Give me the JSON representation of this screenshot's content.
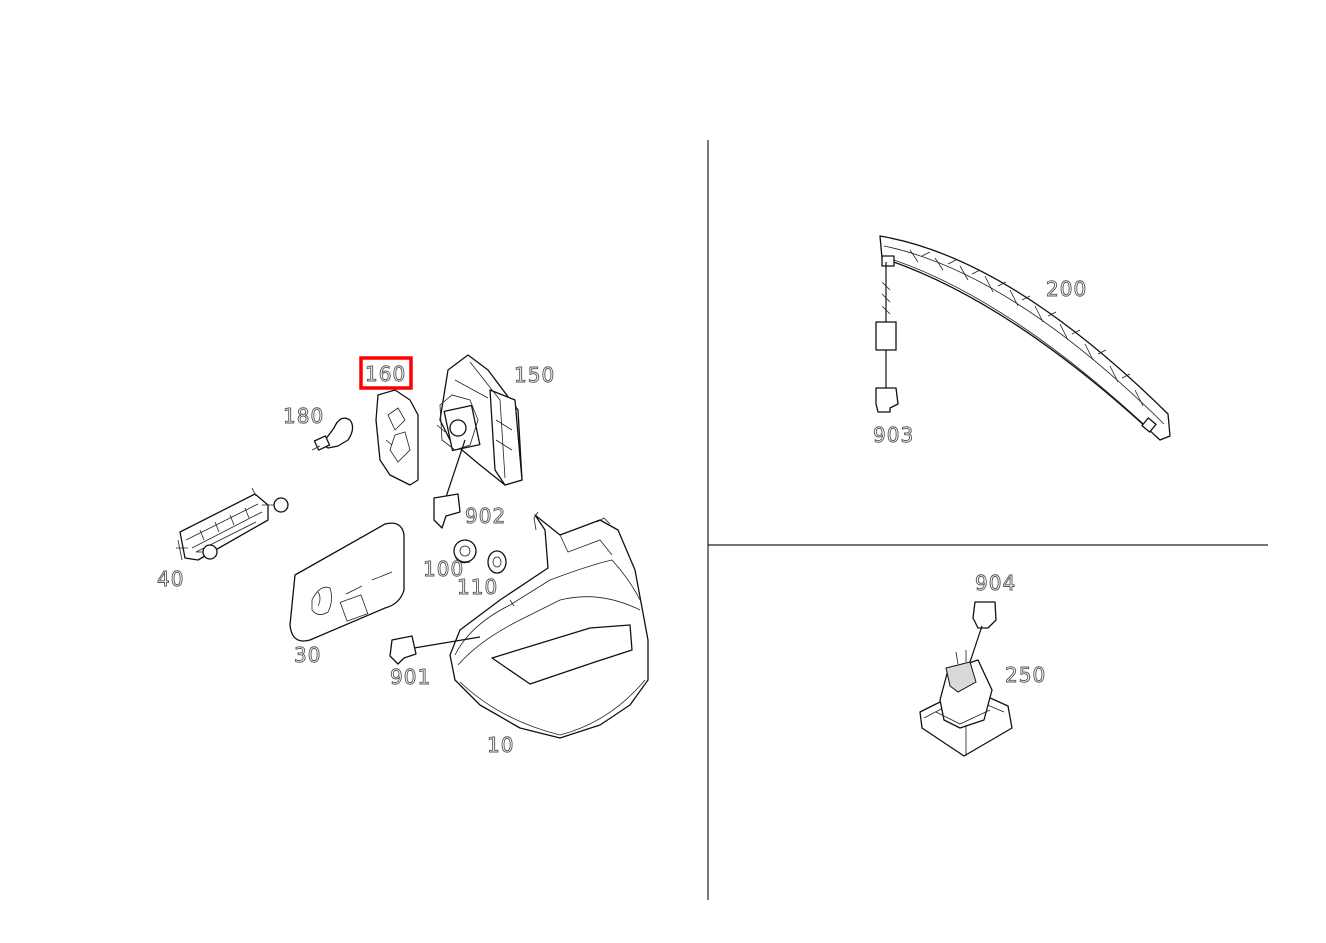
{
  "diagram": {
    "highlight_color": "#ff0000",
    "highlighted_label": "160",
    "callouts": {
      "p10": "10",
      "p30": "30",
      "p40": "40",
      "p100": "100",
      "p110": "110",
      "p150": "150",
      "p160": "160",
      "p180": "180",
      "p200": "200",
      "p250": "250",
      "p901": "901",
      "p902": "902",
      "p903": "903",
      "p904": "904"
    }
  }
}
